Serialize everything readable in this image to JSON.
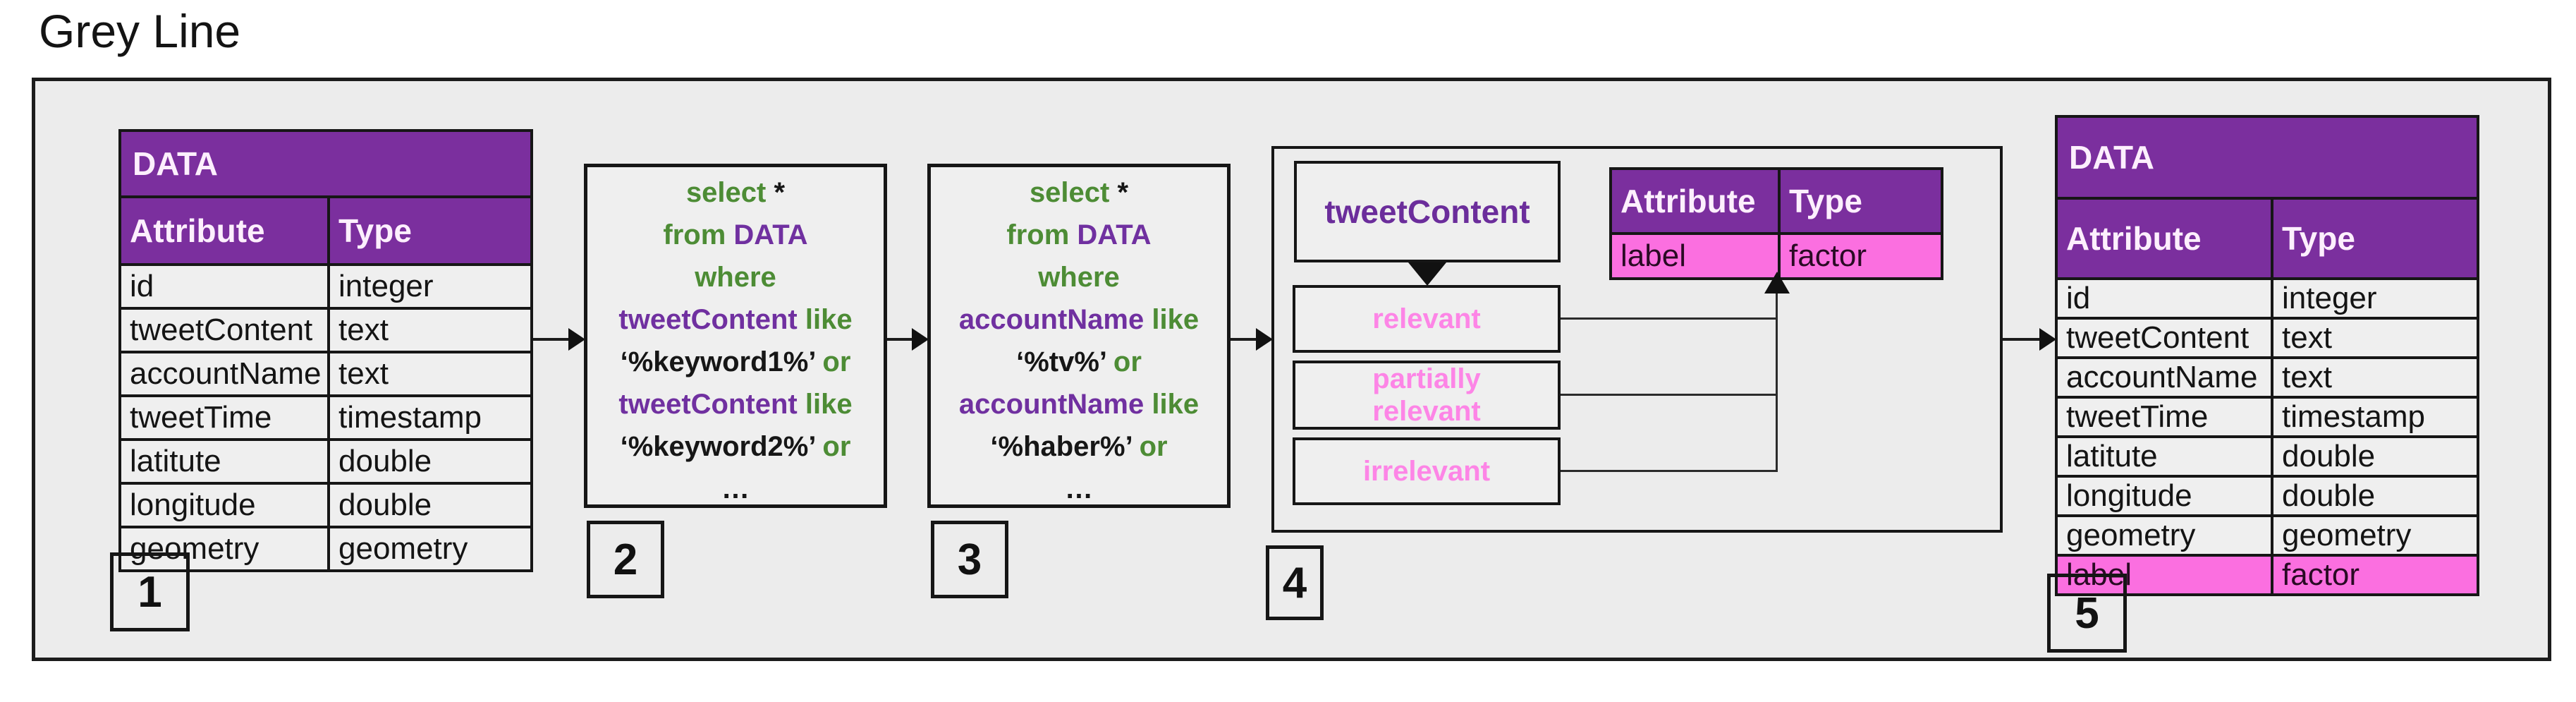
{
  "title": "Grey Line",
  "colors": {
    "purple_header": "#7B2F9E",
    "pink_fill": "#FB6FE0",
    "pink_text": "#FD85E6",
    "sql_green": "#4D8C35",
    "sql_purple": "#7030A0",
    "canvas_grey": "#ECECEC"
  },
  "steps": {
    "s1": "1",
    "s2": "2",
    "s3": "3",
    "s4": "4",
    "s5": "5"
  },
  "source_table": {
    "name": "DATA",
    "columns": [
      "Attribute",
      "Type"
    ],
    "rows": [
      {
        "attribute": "id",
        "type": "integer",
        "highlight": false
      },
      {
        "attribute": "tweetContent",
        "type": "text",
        "highlight": false
      },
      {
        "attribute": "accountName",
        "type": "text",
        "highlight": false
      },
      {
        "attribute": "tweetTime",
        "type": "timestamp",
        "highlight": false
      },
      {
        "attribute": "latitute",
        "type": "double",
        "highlight": false
      },
      {
        "attribute": "longitude",
        "type": "double",
        "highlight": false
      },
      {
        "attribute": "geometry",
        "type": "geometry",
        "highlight": false
      }
    ]
  },
  "result_table": {
    "name": "DATA",
    "columns": [
      "Attribute",
      "Type"
    ],
    "rows": [
      {
        "attribute": "id",
        "type": "integer",
        "highlight": false
      },
      {
        "attribute": "tweetContent",
        "type": "text",
        "highlight": false
      },
      {
        "attribute": "accountName",
        "type": "text",
        "highlight": false
      },
      {
        "attribute": "tweetTime",
        "type": "timestamp",
        "highlight": false
      },
      {
        "attribute": "latitute",
        "type": "double",
        "highlight": false
      },
      {
        "attribute": "longitude",
        "type": "double",
        "highlight": false
      },
      {
        "attribute": "geometry",
        "type": "geometry",
        "highlight": false
      },
      {
        "attribute": "label",
        "type": "factor",
        "highlight": true
      }
    ]
  },
  "query_keyword": {
    "lines": [
      [
        [
          "select",
          "g"
        ],
        [
          " *",
          "k"
        ]
      ],
      [
        [
          "from",
          "g"
        ],
        [
          " DATA",
          "p"
        ]
      ],
      [
        [
          "where",
          "g"
        ]
      ],
      [
        [
          "tweetContent",
          "p"
        ],
        [
          " like",
          "g"
        ]
      ],
      [
        [
          "‘%keyword1%’",
          "k"
        ],
        [
          " or",
          "g"
        ]
      ],
      [
        [
          "tweetContent",
          "p"
        ],
        [
          " like",
          "g"
        ]
      ],
      [
        [
          "‘%keyword2%’",
          "k"
        ],
        [
          " or",
          "g"
        ]
      ],
      [
        [
          "…",
          "k"
        ]
      ]
    ]
  },
  "query_account": {
    "lines": [
      [
        [
          "select",
          "g"
        ],
        [
          " *",
          "k"
        ]
      ],
      [
        [
          "from",
          "g"
        ],
        [
          " DATA",
          "p"
        ]
      ],
      [
        [
          "where",
          "g"
        ]
      ],
      [
        [
          "accountName",
          "p"
        ],
        [
          " like",
          "g"
        ]
      ],
      [
        [
          "‘%tv%’",
          "k"
        ],
        [
          " or",
          "g"
        ]
      ],
      [
        [
          "accountName",
          "p"
        ],
        [
          " like",
          "g"
        ]
      ],
      [
        [
          "‘%haber%’",
          "k"
        ],
        [
          " or",
          "g"
        ]
      ],
      [
        [
          "…",
          "k"
        ]
      ]
    ]
  },
  "labeling": {
    "input": "tweetContent",
    "classes": [
      "relevant",
      "partially relevant",
      "irrelevant"
    ],
    "schema_table": {
      "columns": [
        "Attribute",
        "Type"
      ],
      "rows": [
        {
          "attribute": "label",
          "type": "factor",
          "highlight": true
        }
      ]
    }
  }
}
